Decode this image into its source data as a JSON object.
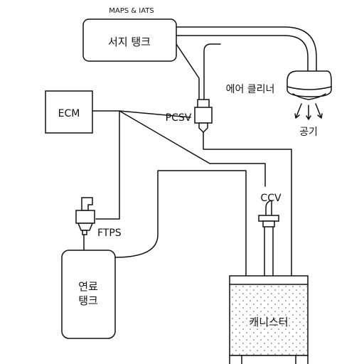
{
  "diagram": {
    "maps_iats_label": "MAPS & IATS",
    "surge_tank_label": "서지 탱크",
    "air_cleaner_label": "에어 클리너",
    "air_label": "공기",
    "ecm_label": "ECM",
    "pcsv_label": "PCSV",
    "ccv_label": "CCV",
    "ftps_label": "FTPS",
    "fuel_tank_label_line1": "연료",
    "fuel_tank_label_line2": "탱크",
    "canister_label": "캐니스터"
  }
}
